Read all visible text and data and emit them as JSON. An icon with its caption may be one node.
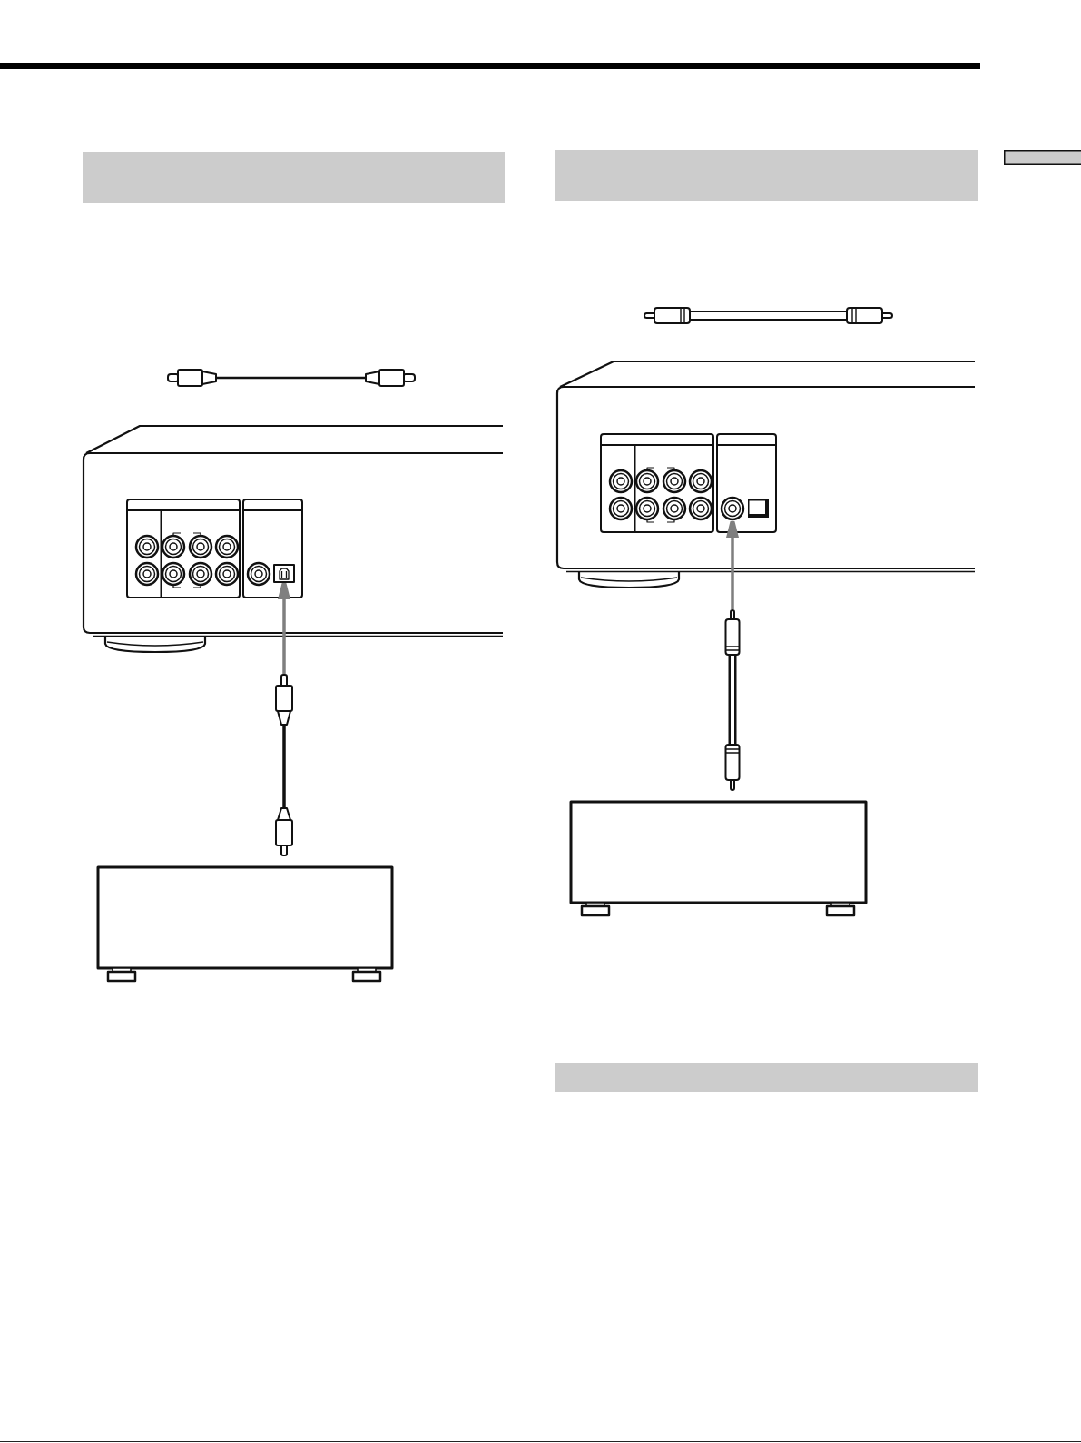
{
  "diagram": {
    "nodes": [
      {
        "text": [],
        "shape": "box"
      },
      {
        "text": [],
        "shape": "picture"
      },
      {
        "text": [],
        "shape": "box",
        "in": 1
      },
      {
        "text": [],
        "shape": "circle",
        "in": 2
      },
      {
        "text": [],
        "shape": "circle",
        "in": 2
      },
      {
        "text": [],
        "shape": "circle",
        "in": 2
      },
      {
        "text": [],
        "shape": "circle",
        "in": 2
      },
      {
        "text": [],
        "shape": "circle",
        "in": 2
      },
      {
        "text": [],
        "shape": "circle",
        "in": 2
      },
      {
        "text": [],
        "shape": "circle",
        "in": 2
      },
      {
        "text": [],
        "shape": "circle",
        "in": 2
      },
      {
        "text": [],
        "shape": "box",
        "in": 1
      },
      {
        "text": [],
        "shape": "circle",
        "in": 11
      },
      {
        "text": [],
        "shape": "box",
        "in": 11
      },
      {
        "text": [],
        "shape": "box"
      },
      {
        "text": [],
        "shape": "box"
      },
      {
        "text": [],
        "shape": "box"
      },
      {
        "text": [],
        "shape": "box"
      },
      {
        "text": [],
        "shape": "picture"
      },
      {
        "text": [],
        "shape": "box",
        "in": 18
      },
      {
        "text": [],
        "shape": "circle",
        "in": 19
      },
      {
        "text": [],
        "shape": "circle",
        "in": 19
      },
      {
        "text": [],
        "shape": "circle",
        "in": 19
      },
      {
        "text": [],
        "shape": "circle",
        "in": 19
      },
      {
        "text": [],
        "shape": "circle",
        "in": 19
      },
      {
        "text": [],
        "shape": "circle",
        "in": 19
      },
      {
        "text": [],
        "shape": "circle",
        "in": 19
      },
      {
        "text": [],
        "shape": "circle",
        "in": 19
      },
      {
        "text": [],
        "shape": "box",
        "in": 18
      },
      {
        "text": [],
        "shape": "circle",
        "in": 28
      },
      {
        "text": [],
        "shape": "box",
        "in": 28
      },
      {
        "text": [],
        "shape": "picture"
      },
      {
        "text": [],
        "shape": "picture"
      },
      {
        "text": [],
        "shape": "box"
      },
      {
        "text": [],
        "shape": "box"
      },
      {
        "text": [],
        "shape": "box"
      }
    ],
    "edges": [
      {
        "from": 14,
        "to": 13,
        "arrow": "to"
      },
      {
        "from": 14,
        "to": 15,
        "arrow": "none",
        "color": "#111111"
      },
      {
        "from": 31,
        "to": 29,
        "arrow": "to"
      },
      {
        "from": 31,
        "to": 32,
        "arrow": "none",
        "style": "thick",
        "color": "#111111"
      }
    ]
  }
}
